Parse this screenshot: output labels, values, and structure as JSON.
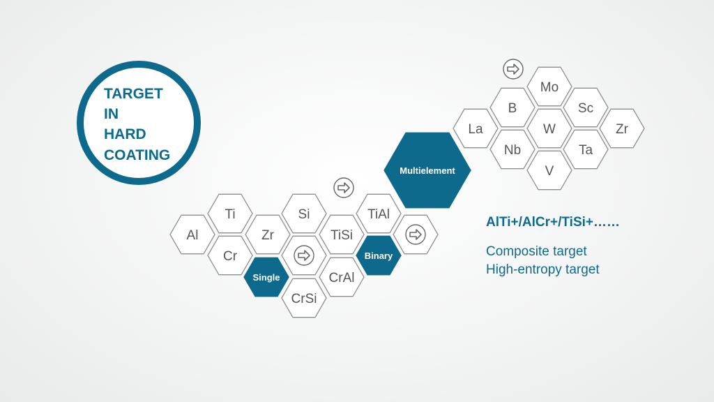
{
  "title_badge": {
    "lines": [
      "TARGET",
      "IN",
      "HARD",
      "COATING"
    ],
    "color": "#0e6a8c"
  },
  "colors": {
    "accent": "#0e6a8c",
    "outline": "#8f8f8f",
    "text": "#555555"
  },
  "hexagons": [
    {
      "label": "Al",
      "style": "outline"
    },
    {
      "label": "Ti",
      "style": "outline"
    },
    {
      "label": "Cr",
      "style": "outline"
    },
    {
      "label": "Zr",
      "style": "outline"
    },
    {
      "label": "Single",
      "style": "filled"
    },
    {
      "label": "Si",
      "style": "outline"
    },
    {
      "label": "",
      "style": "outline",
      "icon": "arrow-right-icon"
    },
    {
      "label": "CrSi",
      "style": "outline"
    },
    {
      "label": "TiSi",
      "style": "outline"
    },
    {
      "label": "CrAl",
      "style": "outline"
    },
    {
      "label": "TiAl",
      "style": "outline"
    },
    {
      "label": "Binary",
      "style": "filled"
    },
    {
      "label": "",
      "style": "outline",
      "icon": "arrow-right-icon"
    },
    {
      "label": "Multielement",
      "style": "filled"
    },
    {
      "label": "La",
      "style": "outline"
    },
    {
      "label": "B",
      "style": "outline"
    },
    {
      "label": "Nb",
      "style": "outline"
    },
    {
      "label": "Mo",
      "style": "outline"
    },
    {
      "label": "W",
      "style": "outline"
    },
    {
      "label": "V",
      "style": "outline"
    },
    {
      "label": "Sc",
      "style": "outline"
    },
    {
      "label": "Ta",
      "style": "outline"
    },
    {
      "label": "Zr",
      "style": "outline"
    }
  ],
  "arrow_icons": [
    "arrow-right-icon",
    "arrow-right-icon"
  ],
  "info": {
    "formula": "AlTi+/AlCr+/TiSi+……",
    "lines": [
      "Composite target",
      "High-entropy target"
    ]
  }
}
